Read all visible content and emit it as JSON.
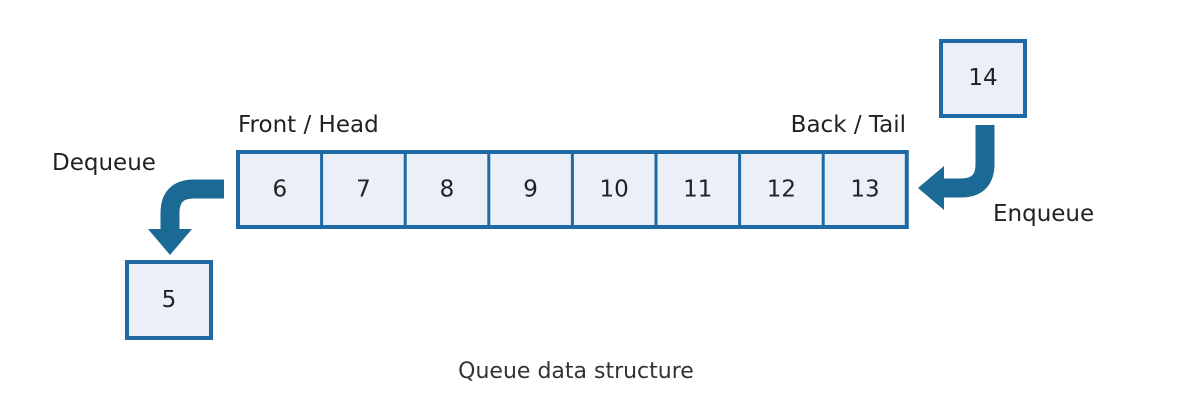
{
  "queue": {
    "values": [
      "6",
      "7",
      "8",
      "9",
      "10",
      "11",
      "12",
      "13"
    ],
    "front_label": "Front / Head",
    "back_label": "Back / Tail"
  },
  "dequeue": {
    "label": "Dequeue",
    "value": "5"
  },
  "enqueue": {
    "label": "Enqueue",
    "value": "14"
  },
  "caption": "Queue data structure",
  "colors": {
    "border": "#1f6aa5",
    "cell_fill": "#ebf0f8",
    "arrow": "#1b6a96",
    "text": "#222222"
  }
}
